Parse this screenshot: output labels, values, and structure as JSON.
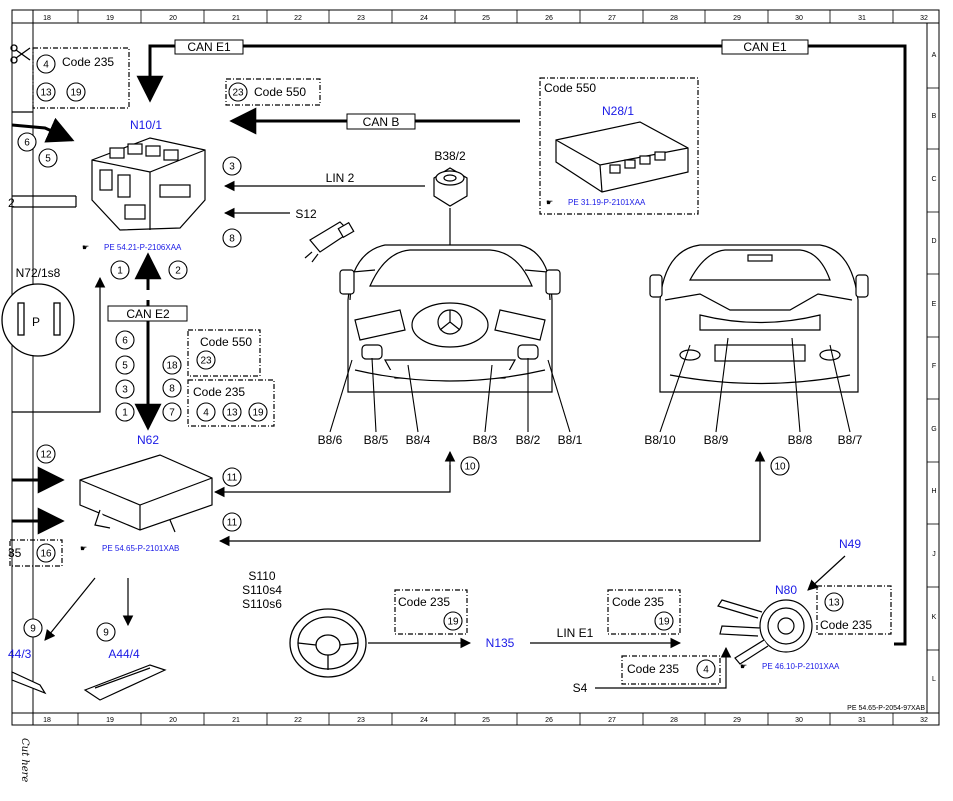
{
  "grid": {
    "columns": [
      "18",
      "19",
      "20",
      "21",
      "22",
      "23",
      "24",
      "25",
      "26",
      "27",
      "28",
      "29",
      "30",
      "31",
      "32"
    ],
    "rows": [
      "A",
      "B",
      "C",
      "D",
      "E",
      "F",
      "G",
      "H",
      "J",
      "K",
      "L"
    ]
  },
  "buses": {
    "can_e1_left": "CAN E1",
    "can_e1_right": "CAN E1",
    "can_b": "CAN B",
    "can_e2": "CAN E2",
    "lin2": "LIN 2",
    "lin_e1": "LIN E1"
  },
  "components": {
    "n10_1": "N10/1",
    "n28_1": "N28/1",
    "b38_2": "B38/2",
    "s12": "S12",
    "n72": "N72/1s8",
    "n62": "N62",
    "n49": "N49",
    "n80": "N80",
    "n135": "N135",
    "s110": "S110",
    "s110s4": "S110s4",
    "s110s6": "S110s6",
    "s4": "S4",
    "a44_4": "A44/4",
    "a44_3": "44/3",
    "n62_partial": "35"
  },
  "codes": {
    "c235_a": "Code 235",
    "c550_b": "Code 550",
    "c550_n28": "Code 550",
    "c550_e": "Code 550",
    "c235_f": "Code 235",
    "c235_k1": "Code 235",
    "c235_k2": "Code 235",
    "c235_l": "Code 235",
    "c235_n80": "Code 235"
  },
  "references": {
    "n10_1": "PE 54.21-P-2106XAA",
    "n28_1": "PE 31.19-P-2101XAA",
    "n62": "PE 54.65-P-2101XAB",
    "n80": "PE 46.10-P-2101XAA",
    "doc_id": "PE 54.65-P-2054-97XAB"
  },
  "sensors": {
    "front": [
      "B8/6",
      "B8/5",
      "B8/4",
      "B8/3",
      "B8/2",
      "B8/1"
    ],
    "rear": [
      "B8/10",
      "B8/9",
      "B8/8",
      "B8/7"
    ]
  },
  "circles": {
    "c4": "4",
    "c13a": "13",
    "c19a": "19",
    "c6a": "6",
    "c5a": "5",
    "c23a": "23",
    "c3a": "3",
    "c8a": "8",
    "c1a": "1",
    "c2a": "2",
    "c6b": "6",
    "c5b": "5",
    "c3b": "3",
    "c1b": "1",
    "c18": "18",
    "c23b": "23",
    "c8b": "8",
    "c7": "7",
    "c4b": "4",
    "c13b": "13",
    "c19b": "19",
    "c12": "12",
    "c11a": "11",
    "c11b": "11",
    "c16": "16",
    "c10a": "10",
    "c10b": "10",
    "c9a": "9",
    "c9b": "9",
    "c19c": "19",
    "c19d": "19",
    "c4c": "4",
    "c13c": "13"
  },
  "misc": {
    "cut_here": "Cut here",
    "scissors_icon": "scissors-icon",
    "pointer_icon": "pointing-hand-icon",
    "left_partial": "2"
  }
}
